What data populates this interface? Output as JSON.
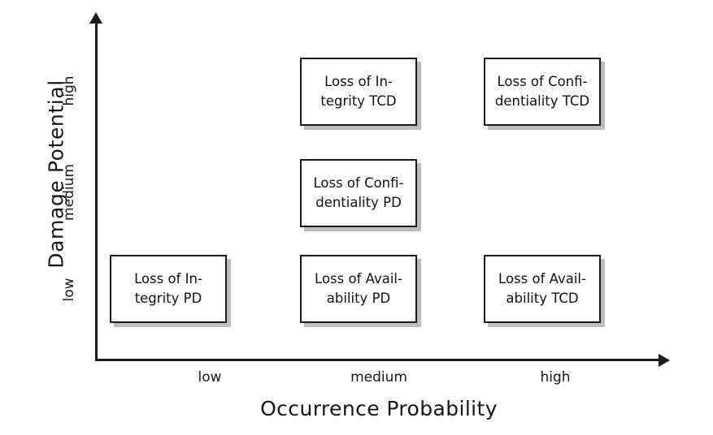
{
  "diagram": {
    "title_x": "Occurrence Probability",
    "title_y": "Damage Potential",
    "x_ticks": [
      "low",
      "medium",
      "high"
    ],
    "y_ticks": [
      "low",
      "medium",
      "high"
    ],
    "colors": {
      "axis": "#1c1c1c",
      "box_border": "#1a1a1a",
      "box_fill": "#ffffff",
      "box_shadow": "#bdbdbd",
      "text": "#111111"
    }
  },
  "chart_data": {
    "type": "table",
    "title": "",
    "xlabel": "Occurrence Probability",
    "ylabel": "Damage Potential",
    "categories": [
      "low",
      "medium",
      "high"
    ],
    "y_categories": [
      "low",
      "medium",
      "high"
    ],
    "grid": false,
    "legend": "none",
    "cells": [
      {
        "x": "medium",
        "y": "high",
        "line1": "Loss of In-",
        "line2": "tegrity TCD",
        "text": "Loss of Integrity TCD"
      },
      {
        "x": "high",
        "y": "high",
        "line1": "Loss of Confi-",
        "line2": "dentiality TCD",
        "text": "Loss of Confidentiality TCD"
      },
      {
        "x": "medium",
        "y": "medium",
        "line1": "Loss of Confi-",
        "line2": "dentiality PD",
        "text": "Loss of Confidentiality PD"
      },
      {
        "x": "low",
        "y": "low",
        "line1": "Loss of In-",
        "line2": "tegrity PD",
        "text": "Loss of Integrity PD"
      },
      {
        "x": "medium",
        "y": "low",
        "line1": "Loss of Avail-",
        "line2": "ability PD",
        "text": "Loss of Availability PD"
      },
      {
        "x": "high",
        "y": "low",
        "line1": "Loss of Avail-",
        "line2": "ability TCD",
        "text": "Loss of Availability TCD"
      }
    ]
  }
}
